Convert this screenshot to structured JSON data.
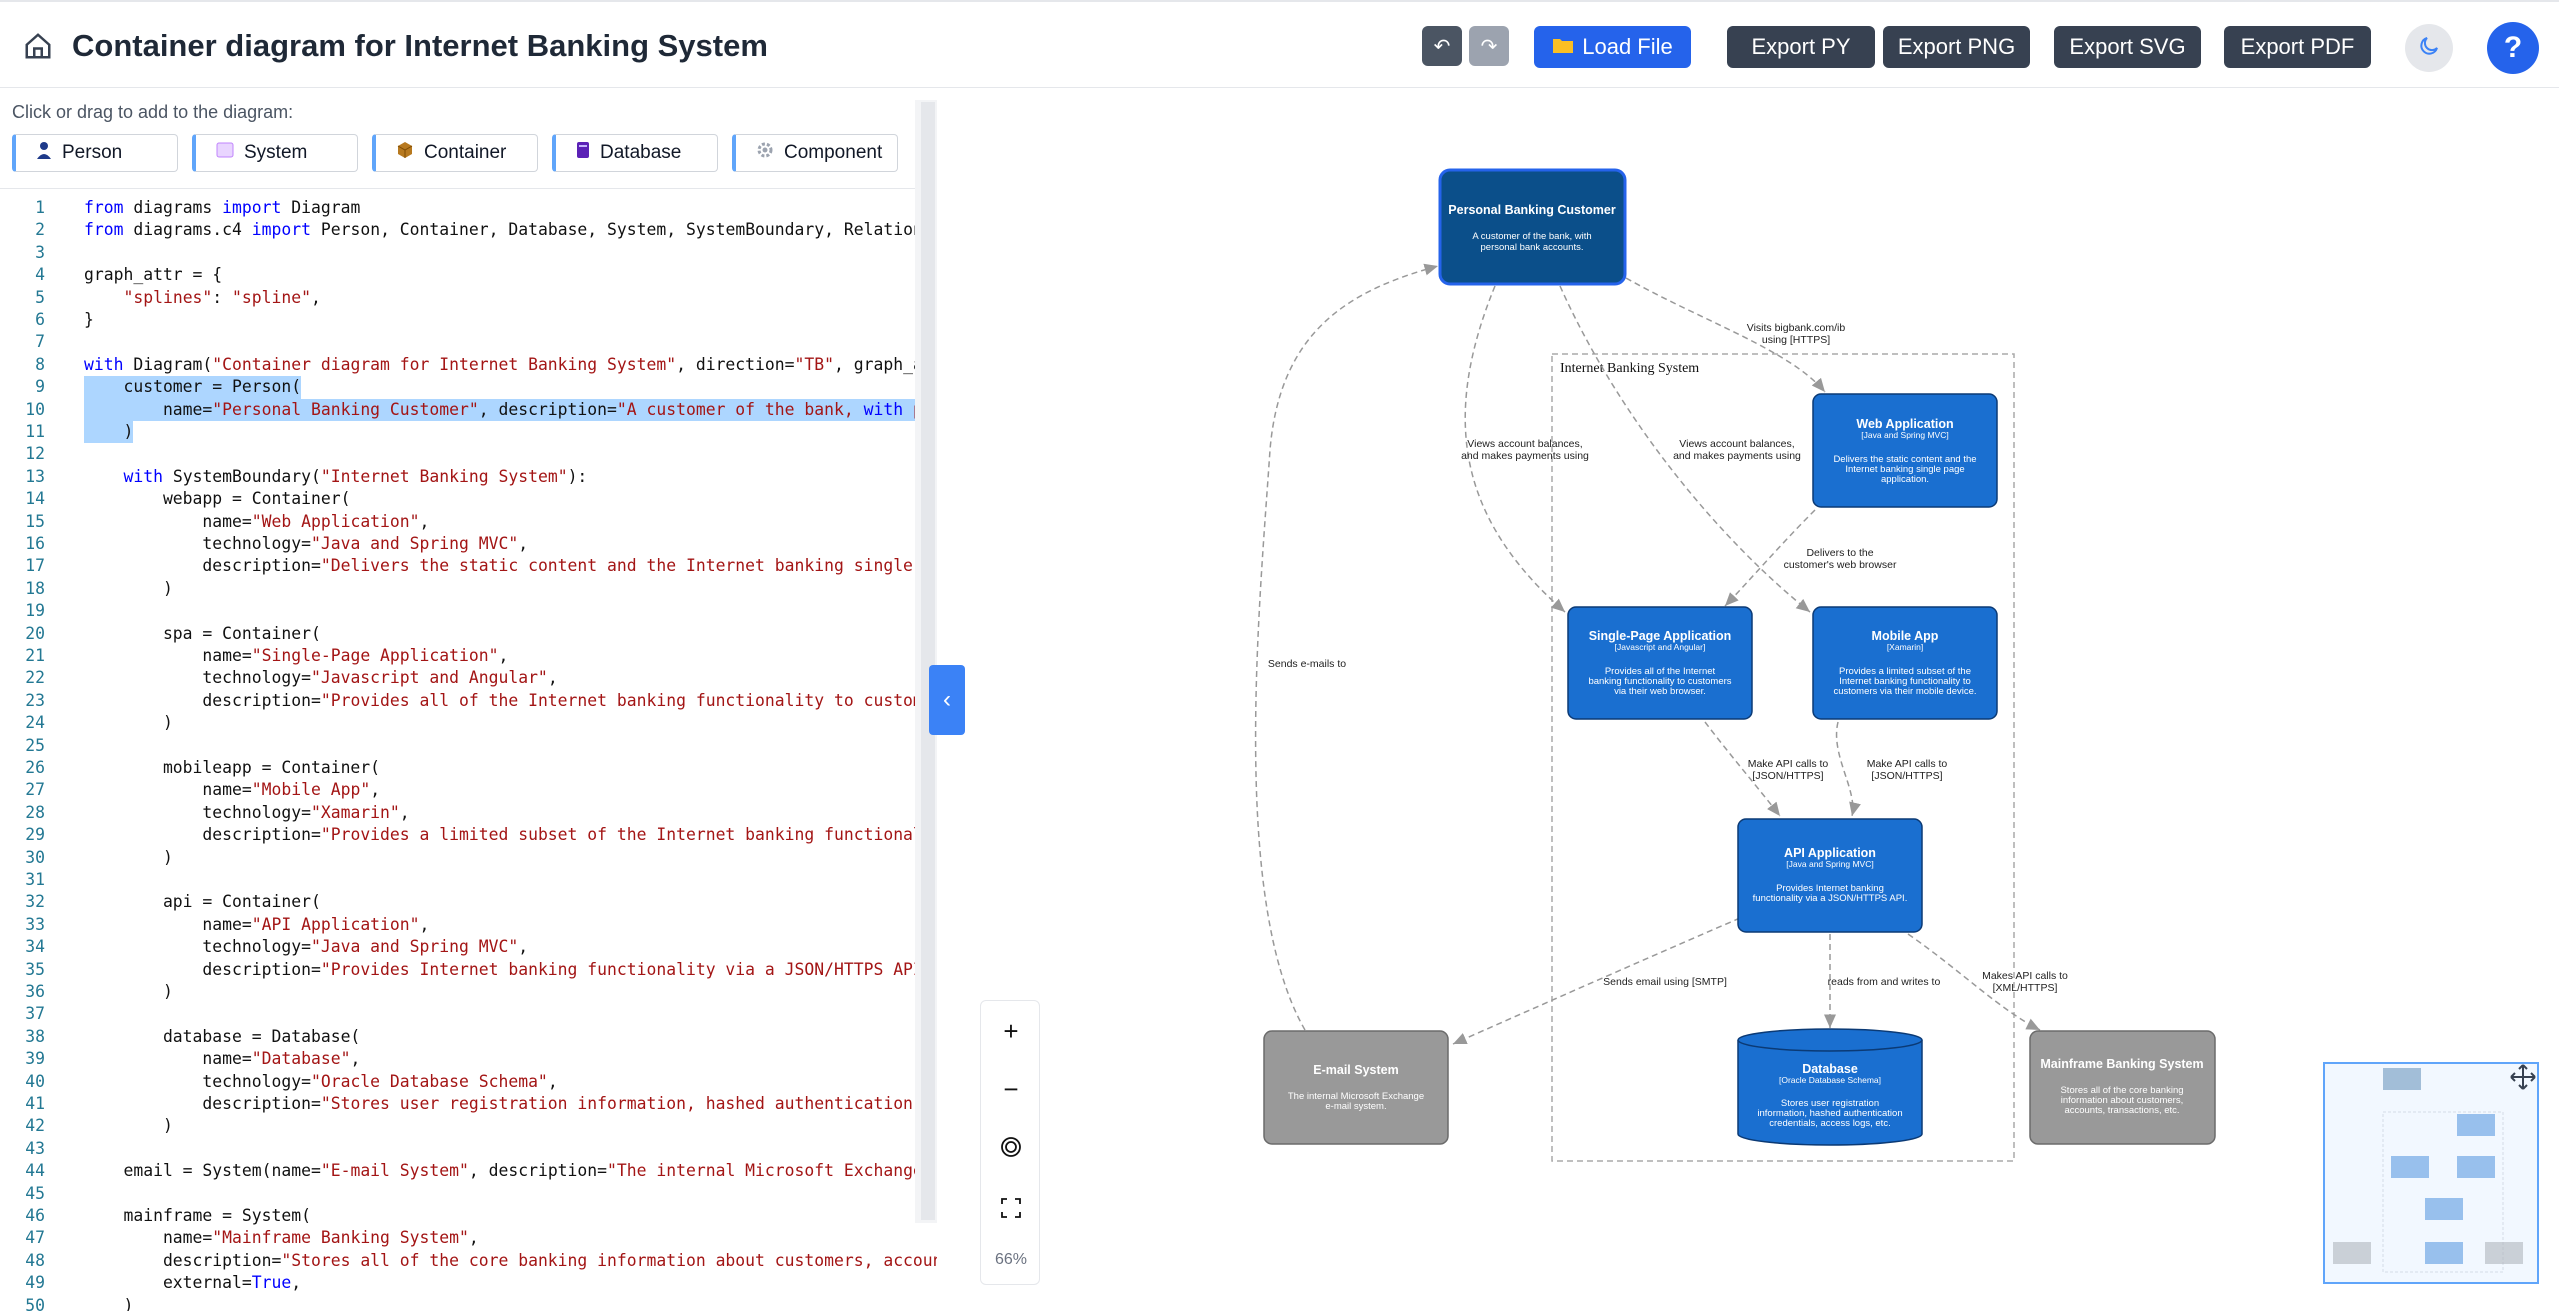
{
  "header": {
    "title": "Container diagram for Internet Banking System",
    "undo_label": "↶",
    "redo_label": "↷",
    "load_label": "Load File",
    "export_py": "Export PY",
    "export_png": "Export PNG",
    "export_svg": "Export SVG",
    "export_pdf": "Export PDF",
    "help_label": "?"
  },
  "palette": {
    "hint": "Click or drag to add to the diagram:",
    "items": [
      "Person",
      "System",
      "Container",
      "Database",
      "Component"
    ]
  },
  "editor": {
    "lines": [
      "from diagrams import Diagram",
      "from diagrams.c4 import Person, Container, Database, System, SystemBoundary, Relationship",
      "",
      "graph_attr = {",
      "    \"splines\": \"spline\",",
      "}",
      "",
      "with Diagram(\"Container diagram for Internet Banking System\", direction=\"TB\", graph_attr=graph_",
      "    customer = Person(",
      "        name=\"Personal Banking Customer\", description=\"A customer of the bank, with personal b",
      "    )",
      "",
      "    with SystemBoundary(\"Internet Banking System\"):",
      "        webapp = Container(",
      "            name=\"Web Application\",",
      "            technology=\"Java and Spring MVC\",",
      "            description=\"Delivers the static content and the Internet banking single page appl",
      "        )",
      "",
      "        spa = Container(",
      "            name=\"Single-Page Application\",",
      "            technology=\"Javascript and Angular\",",
      "            description=\"Provides all of the Internet banking functionality to customers via",
      "        )",
      "",
      "        mobileapp = Container(",
      "            name=\"Mobile App\",",
      "            technology=\"Xamarin\",",
      "            description=\"Provides a limited subset of the Internet banking functionality to cu",
      "        )",
      "",
      "        api = Container(",
      "            name=\"API Application\",",
      "            technology=\"Java and Spring MVC\",",
      "            description=\"Provides Internet banking functionality via a JSON/HTTPS API.\",",
      "        )",
      "",
      "        database = Database(",
      "            name=\"Database\",",
      "            technology=\"Oracle Database Schema\",",
      "            description=\"Stores user registration information, hashed authentication credentia",
      "        )",
      "",
      "    email = System(name=\"E-mail System\", description=\"The internal Microsoft Exchange e-mail s",
      "",
      "    mainframe = System(",
      "        name=\"Mainframe Banking System\",",
      "        description=\"Stores all of the core banking information about customers, accounts, tra",
      "        external=True,",
      "    )"
    ]
  },
  "diagram": {
    "boundary_label": "Internet Banking System",
    "customer": {
      "name": "Personal Banking Customer",
      "desc1": "A customer of the bank, with",
      "desc2": "personal bank accounts."
    },
    "webapp": {
      "name": "Web Application",
      "tech": "[Java and Spring MVC]",
      "desc1": "Delivers the static content and the",
      "desc2": "Internet banking single page",
      "desc3": "application."
    },
    "spa": {
      "name": "Single-Page Application",
      "tech": "[Javascript and Angular]",
      "desc1": "Provides all of the Internet",
      "desc2": "banking functionality to customers",
      "desc3": "via their web browser."
    },
    "mobile": {
      "name": "Mobile App",
      "tech": "[Xamarin]",
      "desc1": "Provides a limited subset of the",
      "desc2": "Internet banking functionality to",
      "desc3": "customers via their mobile device."
    },
    "api": {
      "name": "API Application",
      "tech": "[Java and Spring MVC]",
      "desc1": "Provides Internet banking",
      "desc2": "functionality via a JSON/HTTPS API."
    },
    "email": {
      "name": "E-mail System",
      "desc1": "The internal Microsoft Exchange",
      "desc2": "e-mail system."
    },
    "database": {
      "name": "Database",
      "tech": "[Oracle Database Schema]",
      "desc1": "Stores user registration",
      "desc2": "information, hashed authentication",
      "desc3": "credentials, access logs, etc."
    },
    "mainframe": {
      "name": "Mainframe Banking System",
      "desc1": "Stores all of the core banking",
      "desc2": "information about customers,",
      "desc3": "accounts, transactions, etc."
    },
    "edges": {
      "visits1": "Visits bigbank.com/ib",
      "visits2": "using [HTTPS]",
      "views1a": "Views account balances,",
      "views1b": "and makes payments using",
      "views2a": "Views account balances,",
      "views2b": "and makes payments using",
      "delivers1": "Delivers to the",
      "delivers2": "customer's web browser",
      "sends_to": "Sends e-mails to",
      "api1a": "Make API calls to",
      "api1b": "[JSON/HTTPS]",
      "api2a": "Make API calls to",
      "api2b": "[JSON/HTTPS]",
      "smtp": "Sends email using [SMTP]",
      "reads": "reads from and writes to",
      "xml1": "Makes API calls to",
      "xml2": "[XML/HTTPS]"
    }
  },
  "zoom": {
    "plus": "+",
    "minus": "−",
    "percent": "66%"
  },
  "colors": {
    "container": "#1a6fd0",
    "person": "#0b4f8a",
    "external": "#999999",
    "primary": "#2563eb"
  }
}
